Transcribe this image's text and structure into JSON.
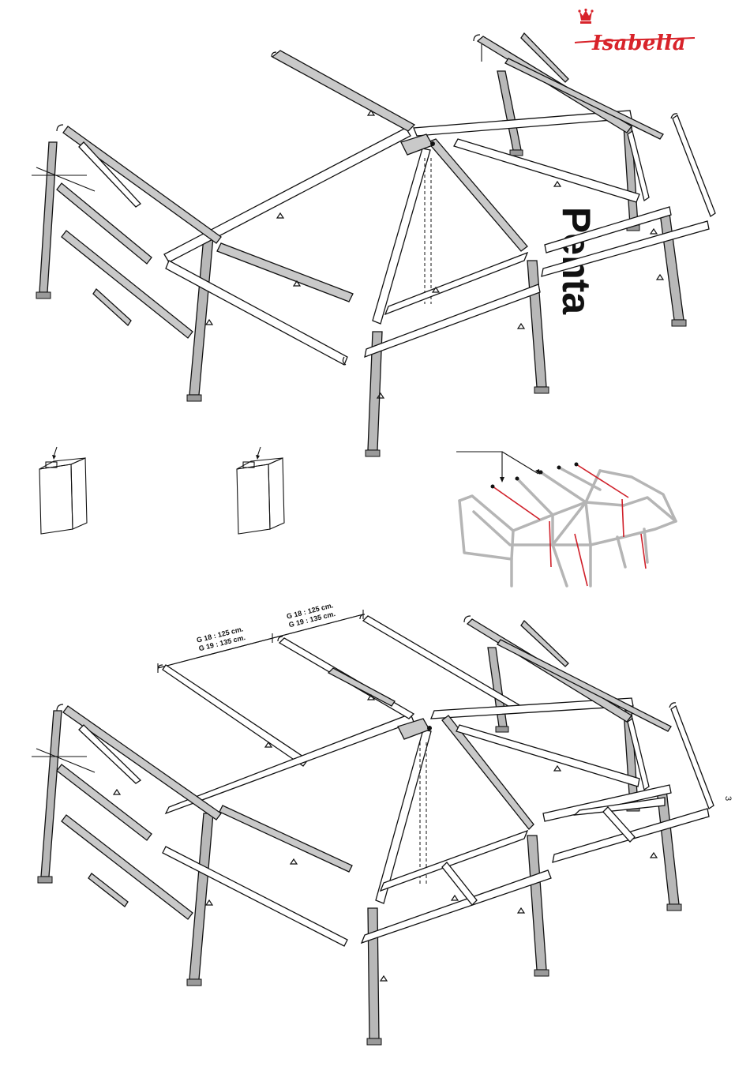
{
  "brand": {
    "name": "Isabella",
    "color": "#d8232a",
    "icon": "crown-icon"
  },
  "model": {
    "label": "Penta"
  },
  "dimensions": {
    "left": {
      "line1": "G 18 : 125 cm.",
      "line2": "G 19 : 135 cm."
    },
    "right": {
      "line1": "G 18 : 125 cm.",
      "line2": "G 19 : 135 cm."
    }
  },
  "page": {
    "number": "3"
  },
  "colors": {
    "highlight": "#d0202a",
    "diagram_grey": "#b5b5b5",
    "leg_grey": "#b8b8b8"
  }
}
